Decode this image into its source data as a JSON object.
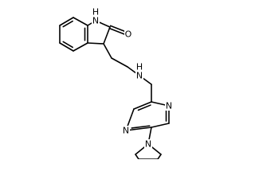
{
  "molecule": {
    "atom_labels": {
      "nh_indole": "H",
      "n_indole": "N",
      "o_carbonyl": "O",
      "nh_amine": "H",
      "n_amine": "N",
      "n_pyr_top": "N",
      "n_pyr_bottom": "N",
      "n_pyrrolidine": "N"
    }
  }
}
